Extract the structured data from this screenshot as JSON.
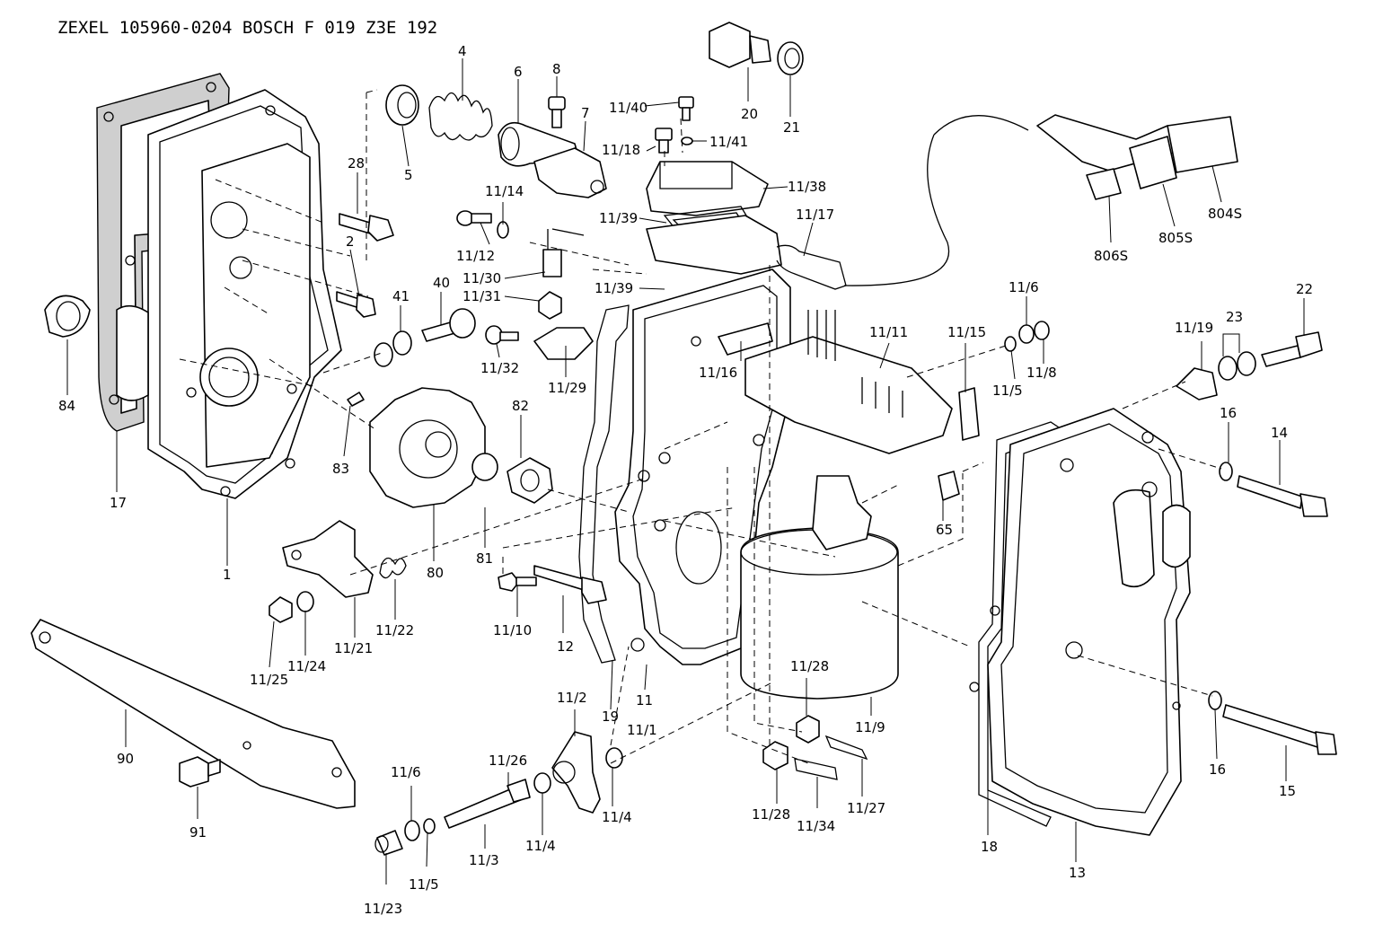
{
  "title": "ZEXEL  105960-0204  BOSCH  F 019 Z3E 192",
  "labels": {
    "l4": "4",
    "l6": "6",
    "l8": "8",
    "l7": "7",
    "l5": "5",
    "l28": "28",
    "l2": "2",
    "l84": "84",
    "l17": "17",
    "l1": "1",
    "l41": "41",
    "l40": "40",
    "l83": "83",
    "l80": "80",
    "l82": "82",
    "l81": "81",
    "l90": "90",
    "l91": "91",
    "l11_40": "11/40",
    "l11_18": "11/18",
    "l11_41": "11/41",
    "l11_38": "11/38",
    "l11_39a": "11/39",
    "l11_39b": "11/39",
    "l11_17": "11/17",
    "l11_14": "11/14",
    "l11_12": "11/12",
    "l11_30": "11/30",
    "l11_31": "11/31",
    "l11_32": "11/32",
    "l11_29": "11/29",
    "l11_16": "11/16",
    "l11_11": "11/11",
    "l11_15": "11/15",
    "l11_6a": "11/6",
    "l11_5a": "11/5",
    "l11_8": "11/8",
    "l11_10": "11/10",
    "l12": "12",
    "l19": "19",
    "l11": "11",
    "l11_1": "11/1",
    "l11_21": "11/21",
    "l11_22": "11/22",
    "l11_24": "11/24",
    "l11_25": "11/25",
    "l11_2": "11/2",
    "l11_26": "11/26",
    "l11_4a": "11/4",
    "l11_4b": "11/4",
    "l11_3": "11/3",
    "l11_6b": "11/6",
    "l11_5b": "11/5",
    "l11_23": "11/23",
    "l11_28a": "11/28",
    "l11_28b": "11/28",
    "l11_34": "11/34",
    "l11_27": "11/27",
    "l11_9": "11/9",
    "l11_19": "11/19",
    "l20": "20",
    "l21": "21",
    "l806s": "806S",
    "l805s": "805S",
    "l804s": "804S",
    "l22": "22",
    "l23": "23",
    "l16a": "16",
    "l14": "14",
    "l65": "65",
    "l18": "18",
    "l13": "13",
    "l16b": "16",
    "l15": "15"
  }
}
